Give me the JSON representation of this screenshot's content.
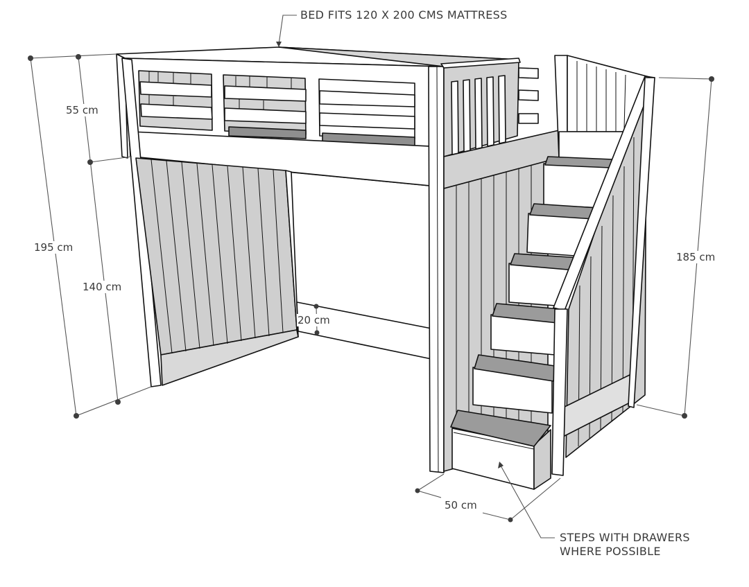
{
  "diagram": {
    "subject": "loft-bed-with-staircase",
    "colors": {
      "line": "#111111",
      "panel_shade": "#cfcfcf",
      "tread_shade": "#9a9a9a",
      "dark_shade": "#8a8a8a",
      "dimension_line": "#555555",
      "text": "#3a3a3a",
      "background": "#ffffff"
    }
  },
  "annotations": {
    "mattress": "BED FITS 120 X 200 CMS MATTRESS",
    "steps_line1": "STEPS WITH DRAWERS",
    "steps_line2": "WHERE POSSIBLE"
  },
  "dimensions": {
    "total_height": "195 cm",
    "guard_height": "55 cm",
    "clearance_height": "140 cm",
    "board_height": "20 cm",
    "stair_width": "50 cm",
    "stair_side_height": "185 cm"
  }
}
